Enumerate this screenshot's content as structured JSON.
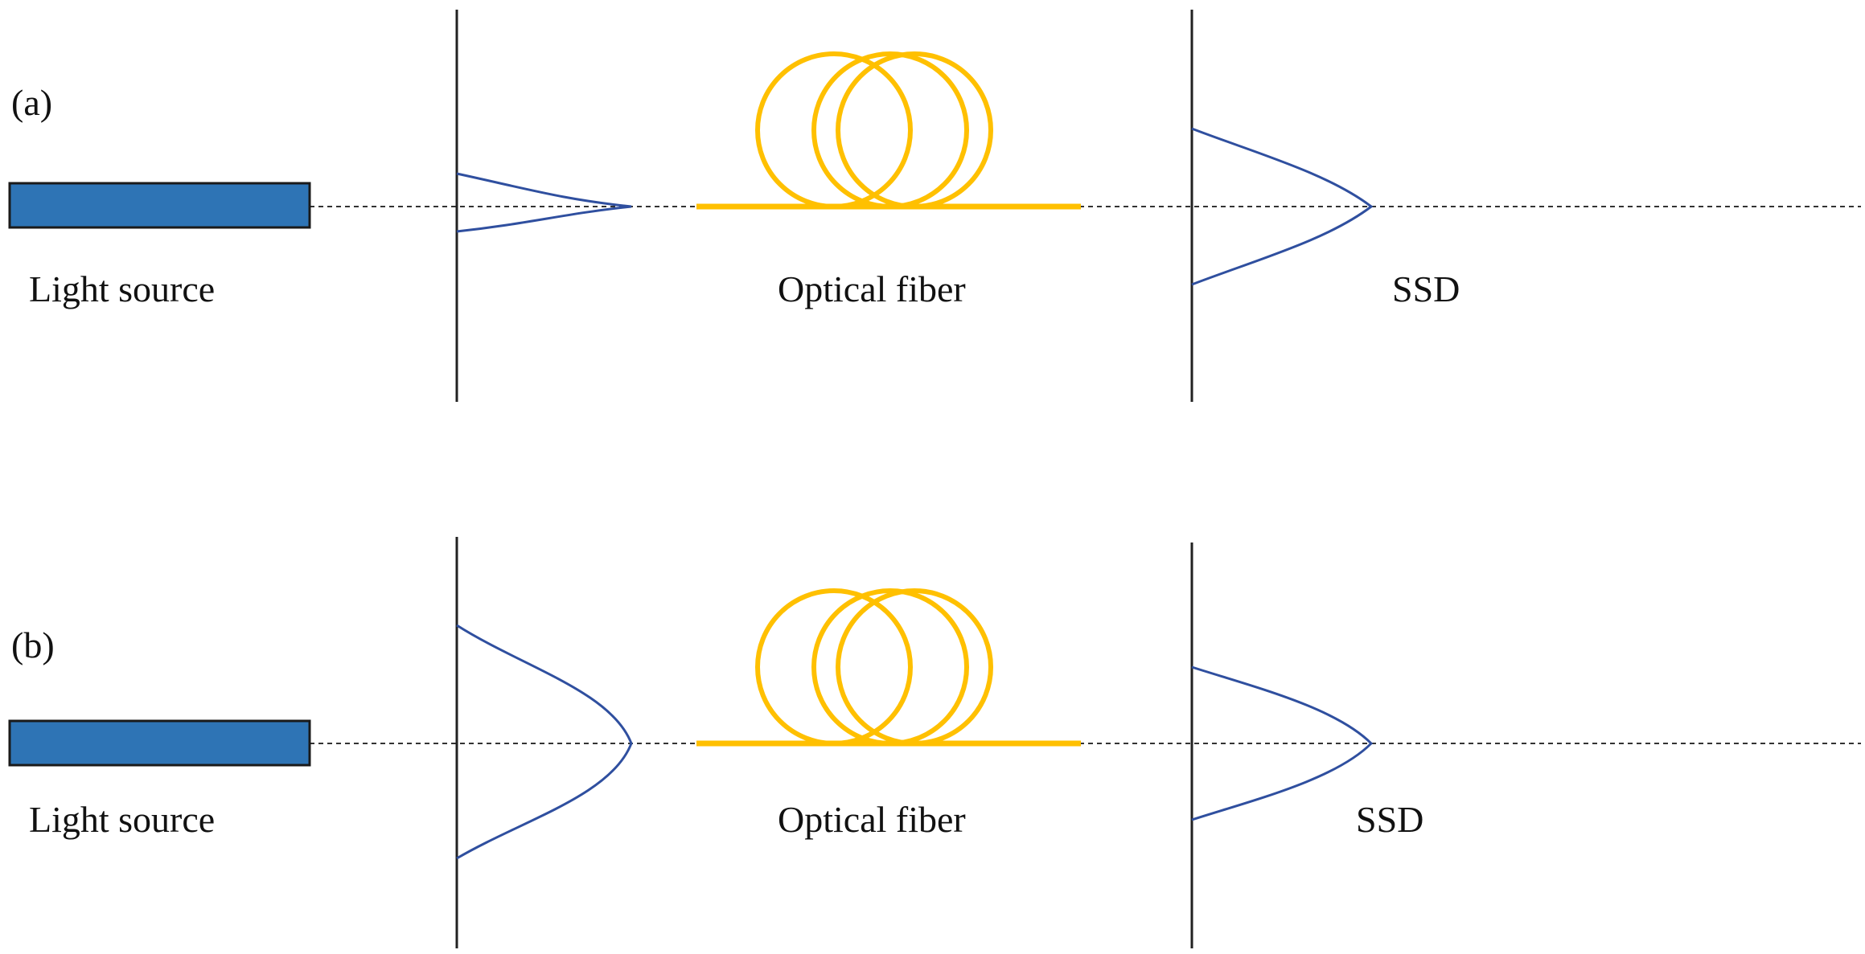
{
  "colors": {
    "source_fill": "#2e74b5",
    "source_stroke": "#1a1a1a",
    "fiber": "#ffc000",
    "pulse": "#2f4f9f",
    "axis_line": "#222222",
    "dashed_line": "#333333"
  },
  "panels": [
    {
      "label": "(a)",
      "source_label": "Light source",
      "fiber_label": "Optical fiber",
      "detector_label": "SSD",
      "input_pulse": "narrow",
      "output_pulse": "wide"
    },
    {
      "label": "(b)",
      "source_label": "Light source",
      "fiber_label": "Optical fiber",
      "detector_label": "SSD",
      "input_pulse": "wide",
      "output_pulse": "narrow"
    }
  ]
}
